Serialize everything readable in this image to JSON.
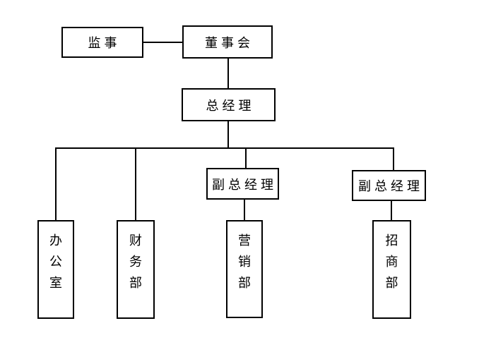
{
  "diagram": {
    "type": "org-chart",
    "colors": {
      "line": "#000000",
      "box_border": "#000000",
      "background": "#ffffff",
      "text": "#000000"
    },
    "nodes": {
      "supervisor": {
        "label": "监事",
        "orientation": "horizontal"
      },
      "board": {
        "label": "董事会",
        "orientation": "horizontal"
      },
      "general_manager": {
        "label": "总经理",
        "orientation": "horizontal"
      },
      "deputy_gm_1": {
        "label": "副总经理",
        "orientation": "horizontal"
      },
      "deputy_gm_2": {
        "label": "副总经理",
        "orientation": "horizontal"
      },
      "office": {
        "label": "办公室",
        "orientation": "vertical"
      },
      "finance_dept": {
        "label": "财务部",
        "orientation": "vertical"
      },
      "marketing_dept": {
        "label": "营销部",
        "orientation": "vertical"
      },
      "investment_dept": {
        "label": "招商部",
        "orientation": "vertical"
      }
    },
    "edges": [
      {
        "from": "supervisor",
        "to": "board"
      },
      {
        "from": "board",
        "to": "general_manager"
      },
      {
        "from": "general_manager",
        "to": "office"
      },
      {
        "from": "general_manager",
        "to": "finance_dept"
      },
      {
        "from": "general_manager",
        "to": "deputy_gm_1"
      },
      {
        "from": "general_manager",
        "to": "deputy_gm_2"
      },
      {
        "from": "deputy_gm_1",
        "to": "marketing_dept"
      },
      {
        "from": "deputy_gm_2",
        "to": "investment_dept"
      }
    ]
  }
}
